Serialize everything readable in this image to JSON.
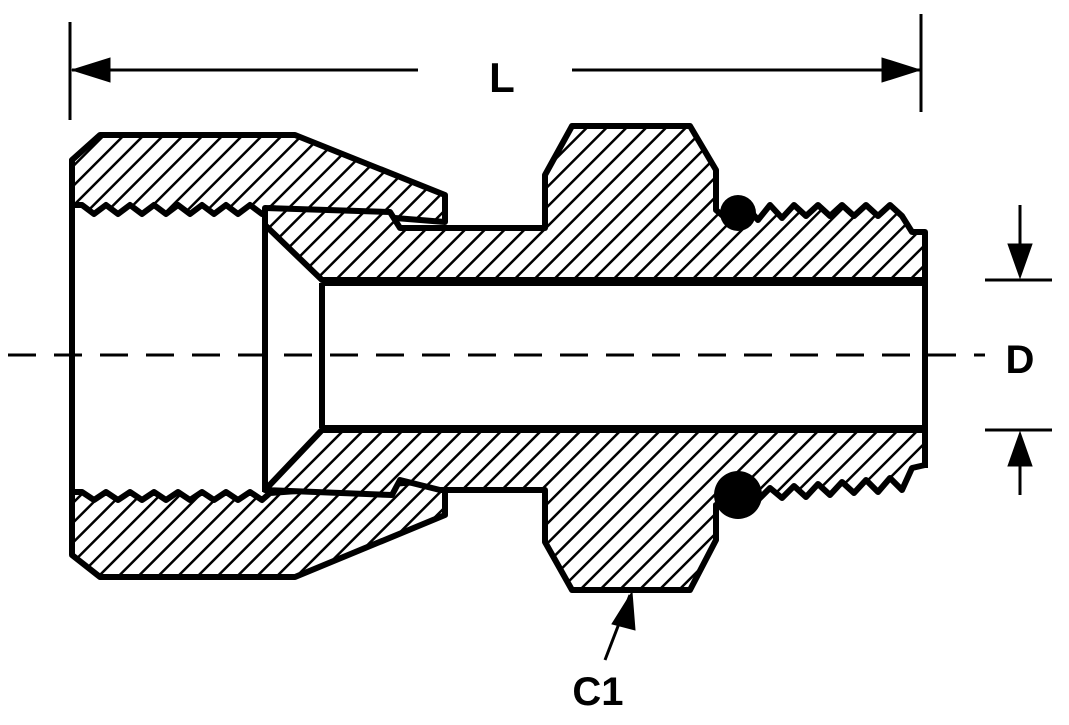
{
  "figure": {
    "labels": {
      "length": "L",
      "diameter": "D",
      "callout": "C1"
    }
  }
}
